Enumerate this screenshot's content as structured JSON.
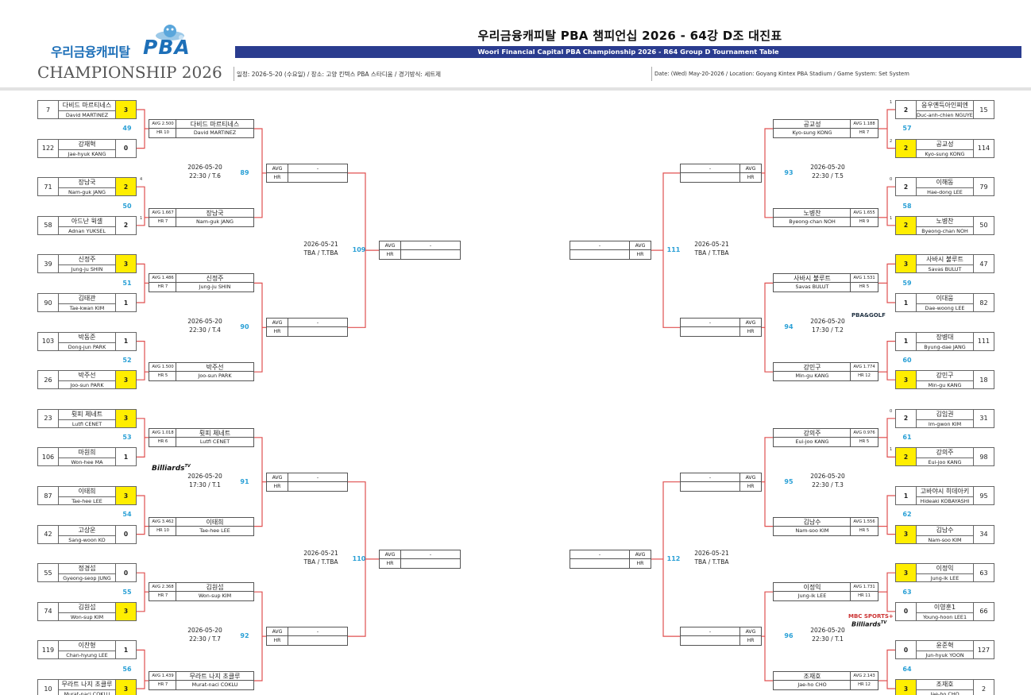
{
  "header": {
    "logo_ko": "우리금융캐피탈",
    "logo_pba": "PBA",
    "logo_champ": "CHAMPIONSHIP 2026",
    "title_ko": "우리금융캐피탈 PBA 챔피언십 2026 - 64강 D조 대진표",
    "title_en": "Woori Financial Capital PBA Championship 2026 - R64 Group D Tournament Table",
    "info_ko": "일정: 2026-5-20 (수요일) / 장소: 고양 킨텍스 PBA 스타디움 / 경기방식: 세트제",
    "info_en": "Date: (Wed) May-20-2026 / Location: Goyang Kintex PBA Stadium / Game System: Set System"
  },
  "colors": {
    "accent": "#2a3c8f",
    "winner": "#ffee00",
    "match_number": "#2aa0d6",
    "bracket_line": "#e05050"
  },
  "labels": {
    "avg": "AVG",
    "hr": "HR",
    "dash": "-"
  },
  "r64_left": [
    {
      "seed": "7",
      "ko": "다비드 마르티네스",
      "en": "David MARTINEZ",
      "score": "3",
      "win": true
    },
    {
      "seed": "122",
      "ko": "강재혁",
      "en": "Jae-hyuk KANG",
      "score": "0",
      "win": false
    },
    {
      "seed": "71",
      "ko": "장남국",
      "en": "Nam-guk JANG",
      "score": "2",
      "win": true
    },
    {
      "seed": "58",
      "ko": "아드난 윅셀",
      "en": "Adnan YUKSEL",
      "score": "2",
      "win": false
    },
    {
      "seed": "39",
      "ko": "신정주",
      "en": "Jung-ju SHIN",
      "score": "3",
      "win": true
    },
    {
      "seed": "90",
      "ko": "김태관",
      "en": "Tae-kwan KIM",
      "score": "1",
      "win": false
    },
    {
      "seed": "103",
      "ko": "박동준",
      "en": "Dong-jun PARK",
      "score": "1",
      "win": false
    },
    {
      "seed": "26",
      "ko": "박주선",
      "en": "Joo-sun PARK",
      "score": "3",
      "win": true
    },
    {
      "seed": "23",
      "ko": "륏피 체네트",
      "en": "Lutfi CENET",
      "score": "3",
      "win": true
    },
    {
      "seed": "106",
      "ko": "마원희",
      "en": "Won-hee MA",
      "score": "1",
      "win": false
    },
    {
      "seed": "87",
      "ko": "이태희",
      "en": "Tae-hee LEE",
      "score": "3",
      "win": true
    },
    {
      "seed": "42",
      "ko": "고상운",
      "en": "Sang-woon KO",
      "score": "0",
      "win": false
    },
    {
      "seed": "55",
      "ko": "정경섭",
      "en": "Gyeong-seop JUNG",
      "score": "0",
      "win": false
    },
    {
      "seed": "74",
      "ko": "김원섭",
      "en": "Won-sup KIM",
      "score": "3",
      "win": true
    },
    {
      "seed": "119",
      "ko": "이찬형",
      "en": "Chan-hyung LEE",
      "score": "1",
      "win": false
    },
    {
      "seed": "10",
      "ko": "무라트 나지 초클루",
      "en": "Murat-naci COKLU",
      "score": "3",
      "win": true
    }
  ],
  "r64_right": [
    {
      "seed": "15",
      "ko": "응우옌득아인찌엔",
      "en": "Duc-anh-chien NGUYEN",
      "score": "2",
      "win": false
    },
    {
      "seed": "114",
      "ko": "공교성",
      "en": "Kyo-sung KONG",
      "score": "2",
      "win": true
    },
    {
      "seed": "79",
      "ko": "이해동",
      "en": "Hae-dong LEE",
      "score": "2",
      "win": false
    },
    {
      "seed": "50",
      "ko": "노병찬",
      "en": "Byeong-chan NOH",
      "score": "2",
      "win": true
    },
    {
      "seed": "47",
      "ko": "사바시 불루트",
      "en": "Savas BULUT",
      "score": "3",
      "win": true
    },
    {
      "seed": "82",
      "ko": "이대웅",
      "en": "Dae-woong LEE",
      "score": "1",
      "win": false
    },
    {
      "seed": "111",
      "ko": "장병대",
      "en": "Byung-dae JANG",
      "score": "1",
      "win": false
    },
    {
      "seed": "18",
      "ko": "강민구",
      "en": "Min-gu KANG",
      "score": "3",
      "win": true
    },
    {
      "seed": "31",
      "ko": "김임권",
      "en": "Im-gwon KIM",
      "score": "2",
      "win": false
    },
    {
      "seed": "98",
      "ko": "강의주",
      "en": "Eui-joo KANG",
      "score": "2",
      "win": true
    },
    {
      "seed": "95",
      "ko": "고바야시 히데아키",
      "en": "Hideaki KOBAYASHI",
      "score": "1",
      "win": false
    },
    {
      "seed": "34",
      "ko": "김남수",
      "en": "Nam-soo KIM",
      "score": "3",
      "win": true
    },
    {
      "seed": "63",
      "ko": "이정익",
      "en": "Jung-ik LEE",
      "score": "3",
      "win": true
    },
    {
      "seed": "66",
      "ko": "이영훈1",
      "en": "Young-hoon LEE1",
      "score": "0",
      "win": false
    },
    {
      "seed": "127",
      "ko": "윤준혁",
      "en": "Jun-hyuk YOON",
      "score": "0",
      "win": false
    },
    {
      "seed": "2",
      "ko": "조재호",
      "en": "Jae-ho CHO",
      "score": "3",
      "win": true
    }
  ],
  "tiebreak_left": [
    {
      "p": 2,
      "text": "4"
    },
    {
      "p": 3,
      "text": "1"
    }
  ],
  "tiebreak_right": [
    {
      "p": 0,
      "text": "1"
    },
    {
      "p": 1,
      "text": "2"
    },
    {
      "p": 2,
      "text": "0"
    },
    {
      "p": 3,
      "text": "1"
    },
    {
      "p": 8,
      "text": "0"
    },
    {
      "p": 9,
      "text": "1"
    }
  ],
  "r32_left": [
    {
      "num": "49",
      "avg": "AVG 2.500",
      "hr": "HR 10",
      "ko": "다비드 마르티네스",
      "en": "David MARTINEZ"
    },
    {
      "num": "50",
      "avg": "AVG 1.667",
      "hr": "HR 7",
      "ko": "장남국",
      "en": "Nam-guk JANG"
    },
    {
      "num": "51",
      "avg": "AVG 1.486",
      "hr": "HR 7",
      "ko": "신정주",
      "en": "Jung-ju SHIN"
    },
    {
      "num": "52",
      "avg": "AVG 1.500",
      "hr": "HR 5",
      "ko": "박주선",
      "en": "Joo-sun PARK"
    },
    {
      "num": "53",
      "avg": "AVG 1.018",
      "hr": "HR 6",
      "ko": "륏피 체네트",
      "en": "Lutfi CENET"
    },
    {
      "num": "54",
      "avg": "AVG 3.462",
      "hr": "HR 10",
      "ko": "이태희",
      "en": "Tae-hee LEE"
    },
    {
      "num": "55",
      "avg": "AVG 2.368",
      "hr": "HR 7",
      "ko": "김원섭",
      "en": "Won-sup KIM"
    },
    {
      "num": "56",
      "avg": "AVG 1.439",
      "hr": "HR 7",
      "ko": "무라트 나지 초클루",
      "en": "Murat-naci COKLU"
    }
  ],
  "r32_right": [
    {
      "num": "57",
      "avg": "AVG 1.188",
      "hr": "HR 7",
      "ko": "공교성",
      "en": "Kyo-sung KONG"
    },
    {
      "num": "58",
      "avg": "AVG 1.655",
      "hr": "HR 9",
      "ko": "노병찬",
      "en": "Byeong-chan NOH"
    },
    {
      "num": "59",
      "avg": "AVG 1.531",
      "hr": "HR 5",
      "ko": "사바시 불루트",
      "en": "Savas BULUT"
    },
    {
      "num": "60",
      "avg": "AVG 1.774",
      "hr": "HR 12",
      "ko": "강민구",
      "en": "Min-gu KANG"
    },
    {
      "num": "61",
      "avg": "AVG 0.976",
      "hr": "HR 5",
      "ko": "강의주",
      "en": "Eui-joo KANG"
    },
    {
      "num": "62",
      "avg": "AVG 1.556",
      "hr": "HR 5",
      "ko": "김남수",
      "en": "Nam-soo KIM"
    },
    {
      "num": "63",
      "avg": "AVG 1.731",
      "hr": "HR 11",
      "ko": "이정익",
      "en": "Jung-ik LEE"
    },
    {
      "num": "64",
      "avg": "AVG 2.143",
      "hr": "HR 12",
      "ko": "조재호",
      "en": "Jae-ho CHO"
    }
  ],
  "r16_left": [
    {
      "num": "89",
      "date": "2026-05-20",
      "time": "22:30 / T.6"
    },
    {
      "num": "90",
      "date": "2026-05-20",
      "time": "22:30 / T.4"
    },
    {
      "num": "91",
      "date": "2026-05-20",
      "time": "17:30 / T.1"
    },
    {
      "num": "92",
      "date": "2026-05-20",
      "time": "22:30 / T.7"
    }
  ],
  "r16_right": [
    {
      "num": "93",
      "date": "2026-05-20",
      "time": "22:30 / T.5"
    },
    {
      "num": "94",
      "date": "2026-05-20",
      "time": "17:30 / T.2"
    },
    {
      "num": "95",
      "date": "2026-05-20",
      "time": "22:30 / T.3"
    },
    {
      "num": "96",
      "date": "2026-05-20",
      "time": "22:30 / T.1"
    }
  ],
  "qf_left": [
    {
      "num": "109",
      "date": "2026-05-21",
      "time": "TBA / T.TBA"
    },
    {
      "num": "110",
      "date": "2026-05-21",
      "time": "TBA / T.TBA"
    }
  ],
  "qf_right": [
    {
      "num": "111",
      "date": "2026-05-21",
      "time": "TBA / T.TBA"
    },
    {
      "num": "112",
      "date": "2026-05-21",
      "time": "TBA / T.TBA"
    }
  ],
  "broadcaster": {
    "billiards": "Billiards",
    "tv": "TV",
    "pba_golf": "PBA&GOLF",
    "mbc": "MBC SPORTS+"
  }
}
